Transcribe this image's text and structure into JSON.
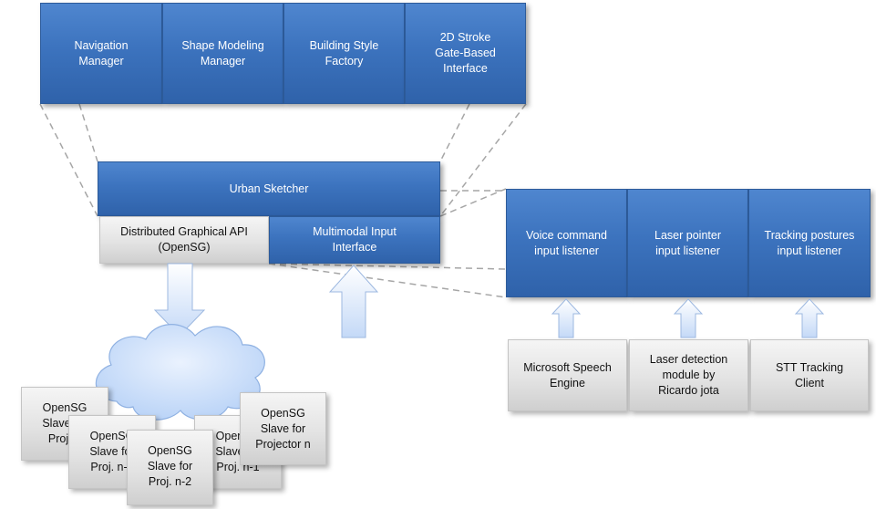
{
  "top_modules": [
    {
      "label": "Navigation\nManager"
    },
    {
      "label": "Shape Modeling\nManager"
    },
    {
      "label": "Building Style\nFactory"
    },
    {
      "label": "2D Stroke\nGate-Based\nInterface"
    }
  ],
  "core": {
    "urban_sketcher": "Urban Sketcher",
    "graphical_api": "Distributed Graphical API\n(OpenSG)",
    "multimodal": "Multimodal Input\nInterface"
  },
  "listeners": [
    {
      "label": "Voice command\ninput listener"
    },
    {
      "label": "Laser pointer\ninput listener"
    },
    {
      "label": "Tracking postures\ninput listener"
    }
  ],
  "sources": [
    {
      "label": "Microsoft Speech\nEngine"
    },
    {
      "label": "Laser detection\nmodule by\nRicardo jota"
    },
    {
      "label": "STT Tracking\nClient"
    }
  ],
  "slaves": [
    {
      "label": "OpenSG\nSlave for\nProj. 1"
    },
    {
      "label": "OpenSG\nSlave for\nProj. n-3"
    },
    {
      "label": "OpenSG\nSlave for\nProj. n-2"
    },
    {
      "label": "OpenSG\nSlave for\nProj. n-1"
    },
    {
      "label": "OpenSG\nSlave for\nProjector n"
    }
  ],
  "colors": {
    "blue_box": "#3c73be",
    "gray_box": "#e3e3e3",
    "arrow_fill": "#d6e5fb",
    "cloud_fill": "#c7dcfa",
    "connector": "#a6a6a6"
  }
}
